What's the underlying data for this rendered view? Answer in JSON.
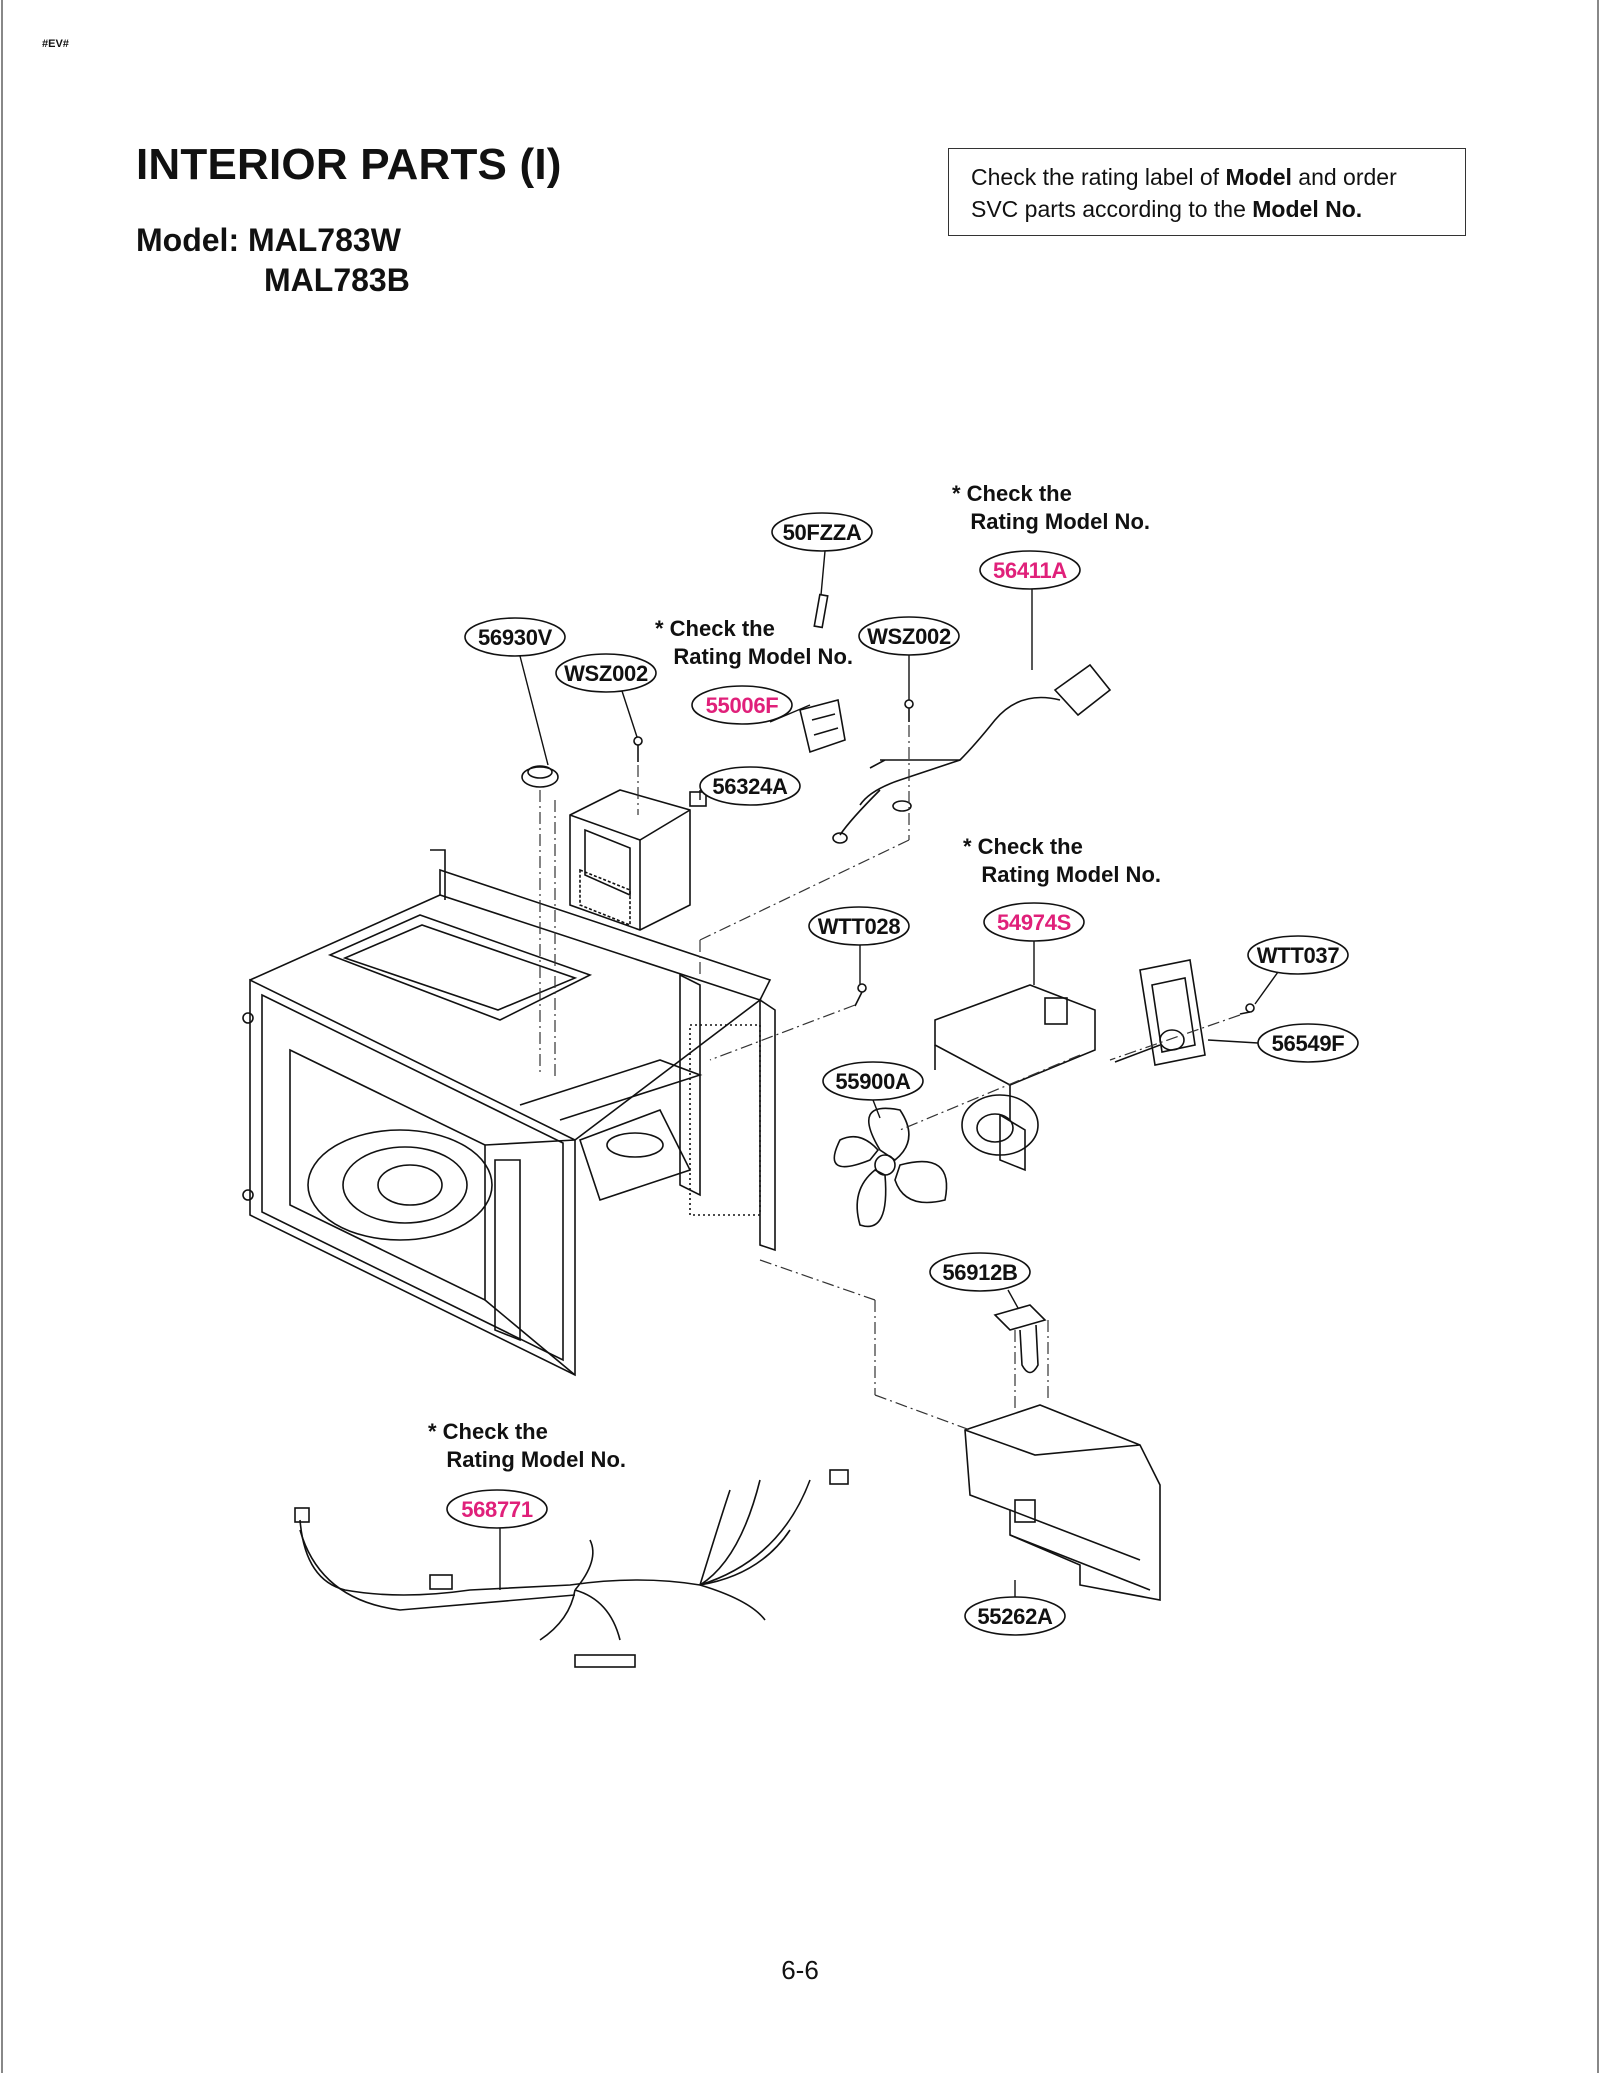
{
  "header_tag": "#EV#",
  "title": "INTERIOR PARTS (I)",
  "model_line1": "Model: MAL783W",
  "model_line2": "MAL783B",
  "note": {
    "pre": "Check the rating label of ",
    "bold1": "Model",
    "mid": " and order SVC parts according to the ",
    "bold2": "Model No."
  },
  "check_note": "* Check the\n   Rating Model No.",
  "parts": {
    "p50FZZA": "50FZZA",
    "p56411A": "56411A",
    "p56930V": "56930V",
    "pWSZ002a": "WSZ002",
    "p55006F": "55006F",
    "pWSZ002b": "WSZ002",
    "p56324A": "56324A",
    "pWTT028": "WTT028",
    "p54974S": "54974S",
    "pWTT037": "WTT037",
    "p56549F": "56549F",
    "p55900A": "55900A",
    "p56912B": "56912B",
    "p568771": "568771",
    "p55262A": "55262A"
  },
  "colors": {
    "highlight": "#e0207a",
    "line": "#111111"
  },
  "page_number": "6-6"
}
